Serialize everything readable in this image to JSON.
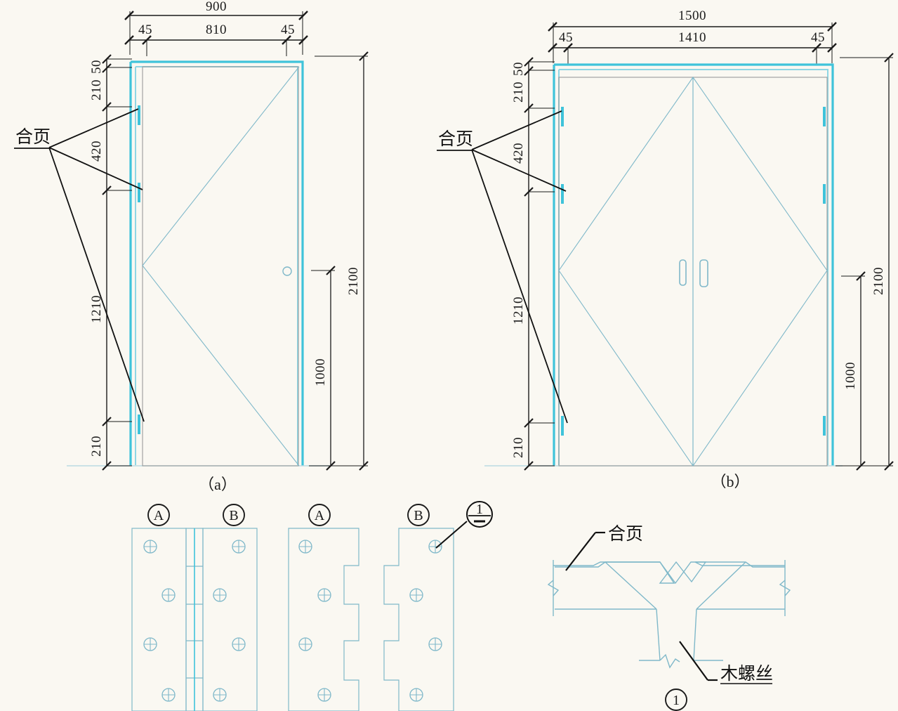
{
  "drawing": {
    "title_a": "（a）",
    "title_b": "（b）",
    "hinge_label": "合页",
    "screw_label": "木螺丝",
    "detail_tag": "1"
  },
  "panel_a": {
    "caption": "（a）",
    "top_overall": "900",
    "top_left_jamb": "45",
    "top_clear": "810",
    "top_right_jamb": "45",
    "left_head": "50",
    "left_top_seg": "210",
    "left_hinge_gap": "420",
    "left_mid_seg": "1210",
    "left_bottom_seg": "210",
    "right_overall": "2100",
    "right_inner": "1000",
    "hinge_label": "合页"
  },
  "panel_b": {
    "caption": "（b）",
    "top_overall": "1500",
    "top_left_jamb": "45",
    "top_clear": "1410",
    "top_right_jamb": "45",
    "left_head": "50",
    "left_top_seg": "210",
    "left_hinge_gap": "420",
    "left_mid_seg": "1210",
    "left_bottom_seg": "210",
    "right_overall": "2100",
    "right_inner": "1000",
    "hinge_label": "合页"
  },
  "hinge_detail": {
    "closed_left_tag": "A",
    "closed_right_tag": "B",
    "open_left_tag": "A",
    "open_right_tag": "B",
    "callout_number": "1"
  },
  "section_detail": {
    "hinge_label": "合页",
    "screw_label": "木螺丝",
    "tag": "1"
  },
  "colors": {
    "background": "#faf8f2",
    "cyan_heavy": "#3fc3da",
    "cyan_light": "#8fd6e4",
    "thin_blue": "#7fb8c9",
    "ink": "#1b1b1b",
    "gray_line": "#9a9a9a"
  }
}
